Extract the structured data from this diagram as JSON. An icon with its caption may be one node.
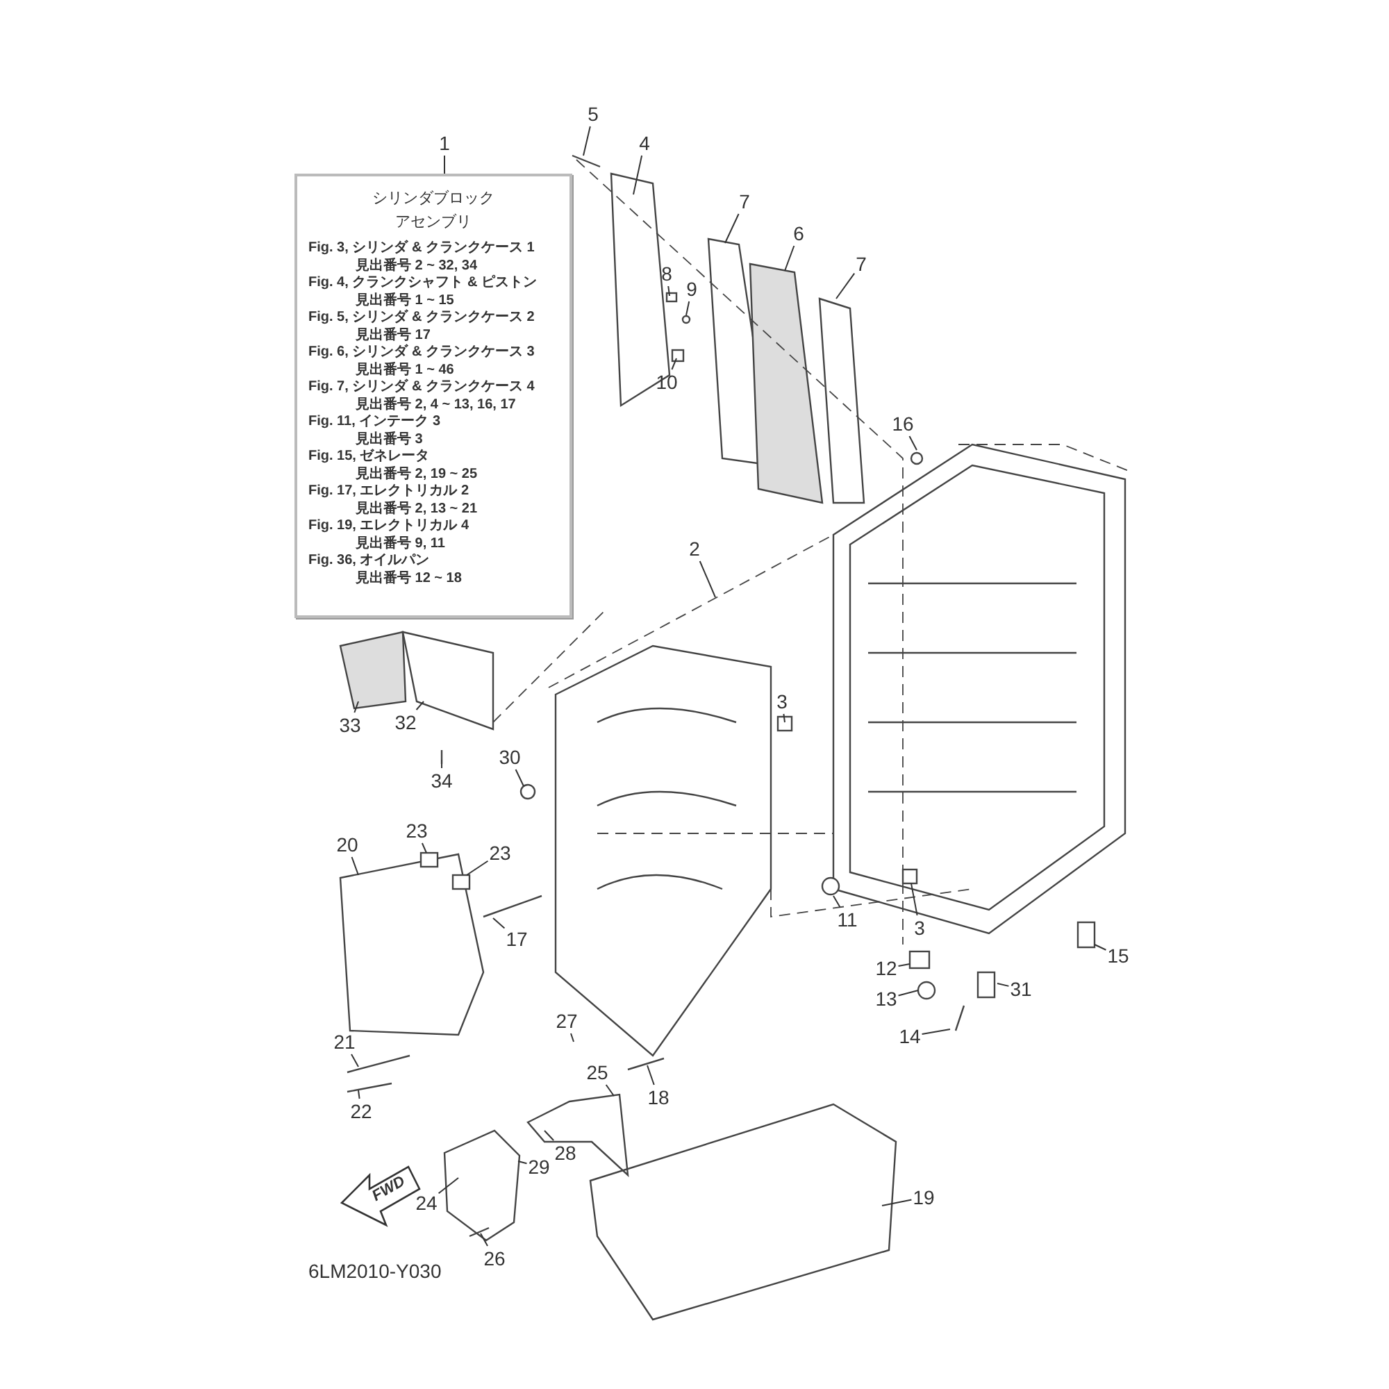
{
  "diagram": {
    "nodes": [
      {
        "text": [
          "シリンダブロックアセンブリ",
          "Fig. 3, シリンダ & クランクケース 1",
          "見出番号 2 ~ 32, 34",
          "Fig. 4, クランクシャフト & ピストン",
          "見出番号 1 ~ 15",
          "Fig. 5, シリンダ & クランクケース 2",
          "見出番号 17",
          "Fig. 6, シリンダ & クランクケース 3",
          "見出番号 1 ~ 46",
          "Fig. 7, シリンダ & クランクケース 4",
          "見出番号 2, 4 ~ 13, 16, 17",
          "Fig. 11, インテーク 3",
          "見出番号 3",
          "Fig. 15, ゼネレータ",
          "見出番号 2, 19 ~ 25",
          "Fig. 17, エレクトリカル 2",
          "見出番号 2, 13 ~ 21",
          "Fig. 19, エレクトリカル 4",
          "見出番号 9, 11",
          "Fig. 36, オイルパン",
          "見出番号 12 ~ 18"
        ]
      },
      {
        "text": [
          "1"
        ]
      },
      {
        "text": [
          "5"
        ]
      },
      {
        "text": [
          "4"
        ]
      },
      {
        "text": [
          "7"
        ]
      },
      {
        "text": [
          "6"
        ]
      },
      {
        "text": [
          "7"
        ]
      },
      {
        "text": [
          "8"
        ]
      },
      {
        "text": [
          "9"
        ]
      },
      {
        "text": [
          "10"
        ]
      },
      {
        "text": [
          "16"
        ]
      },
      {
        "text": [
          "2"
        ]
      },
      {
        "text": [
          "3"
        ]
      },
      {
        "text": [
          "33"
        ]
      },
      {
        "text": [
          "32"
        ]
      },
      {
        "text": [
          "30"
        ]
      },
      {
        "text": [
          "34"
        ]
      },
      {
        "text": [
          "20"
        ]
      },
      {
        "text": [
          "23"
        ]
      },
      {
        "text": [
          "23"
        ]
      },
      {
        "text": [
          "17"
        ]
      },
      {
        "text": [
          "11"
        ]
      },
      {
        "text": [
          "3"
        ]
      },
      {
        "text": [
          "12"
        ]
      },
      {
        "text": [
          "13"
        ]
      },
      {
        "text": [
          "31"
        ]
      },
      {
        "text": [
          "14"
        ]
      },
      {
        "text": [
          "15"
        ]
      },
      {
        "text": [
          "21"
        ]
      },
      {
        "text": [
          "27"
        ]
      },
      {
        "text": [
          "25"
        ]
      },
      {
        "text": [
          "18"
        ]
      },
      {
        "text": [
          "22"
        ]
      },
      {
        "text": [
          "28"
        ]
      },
      {
        "text": [
          "29"
        ]
      },
      {
        "text": [
          "24"
        ]
      },
      {
        "text": [
          "19"
        ]
      },
      {
        "text": [
          "26"
        ]
      },
      {
        "text": [
          "FWD"
        ]
      }
    ],
    "edges": [
      {
        "from": 1,
        "to": 0,
        "arrow": "none"
      },
      {
        "from": 2,
        "to": null,
        "arrow": "none"
      },
      {
        "from": 3,
        "to": null,
        "arrow": "none"
      },
      {
        "from": 4,
        "to": null,
        "arrow": "none"
      },
      {
        "from": 5,
        "to": null,
        "arrow": "none"
      },
      {
        "from": 6,
        "to": null,
        "arrow": "none"
      },
      {
        "from": 7,
        "to": null,
        "arrow": "none"
      },
      {
        "from": 8,
        "to": null,
        "arrow": "none"
      },
      {
        "from": 9,
        "to": null,
        "arrow": "none"
      },
      {
        "from": 10,
        "to": null,
        "arrow": "none"
      },
      {
        "from": 11,
        "to": null,
        "arrow": "none"
      },
      {
        "from": 12,
        "to": null,
        "arrow": "none"
      },
      {
        "from": 13,
        "to": null,
        "arrow": "none"
      },
      {
        "from": 14,
        "to": null,
        "arrow": "none"
      },
      {
        "from": 15,
        "to": null,
        "arrow": "none"
      },
      {
        "from": 16,
        "to": null,
        "arrow": "none"
      },
      {
        "from": 17,
        "to": null,
        "arrow": "none"
      },
      {
        "from": 18,
        "to": null,
        "arrow": "none"
      },
      {
        "from": 19,
        "to": null,
        "arrow": "none"
      },
      {
        "from": 20,
        "to": null,
        "arrow": "none"
      },
      {
        "from": 21,
        "to": null,
        "arrow": "none"
      },
      {
        "from": 22,
        "to": null,
        "arrow": "none"
      },
      {
        "from": 23,
        "to": null,
        "arrow": "none"
      },
      {
        "from": 24,
        "to": null,
        "arrow": "none"
      },
      {
        "from": 25,
        "to": null,
        "arrow": "none"
      },
      {
        "from": 26,
        "to": null,
        "arrow": "none"
      },
      {
        "from": 27,
        "to": null,
        "arrow": "none"
      },
      {
        "from": 28,
        "to": null,
        "arrow": "none"
      },
      {
        "from": 29,
        "to": null,
        "arrow": "none"
      },
      {
        "from": 30,
        "to": null,
        "arrow": "none"
      },
      {
        "from": 31,
        "to": null,
        "arrow": "none"
      },
      {
        "from": 32,
        "to": null,
        "arrow": "none"
      },
      {
        "from": 33,
        "to": null,
        "arrow": "none"
      },
      {
        "from": 34,
        "to": null,
        "arrow": "none"
      },
      {
        "from": 35,
        "to": null,
        "arrow": "none"
      },
      {
        "from": 36,
        "to": null,
        "arrow": "none"
      },
      {
        "from": 37,
        "to": null,
        "arrow": "none"
      }
    ],
    "labels": [
      "6LM2010-Y030"
    ]
  }
}
